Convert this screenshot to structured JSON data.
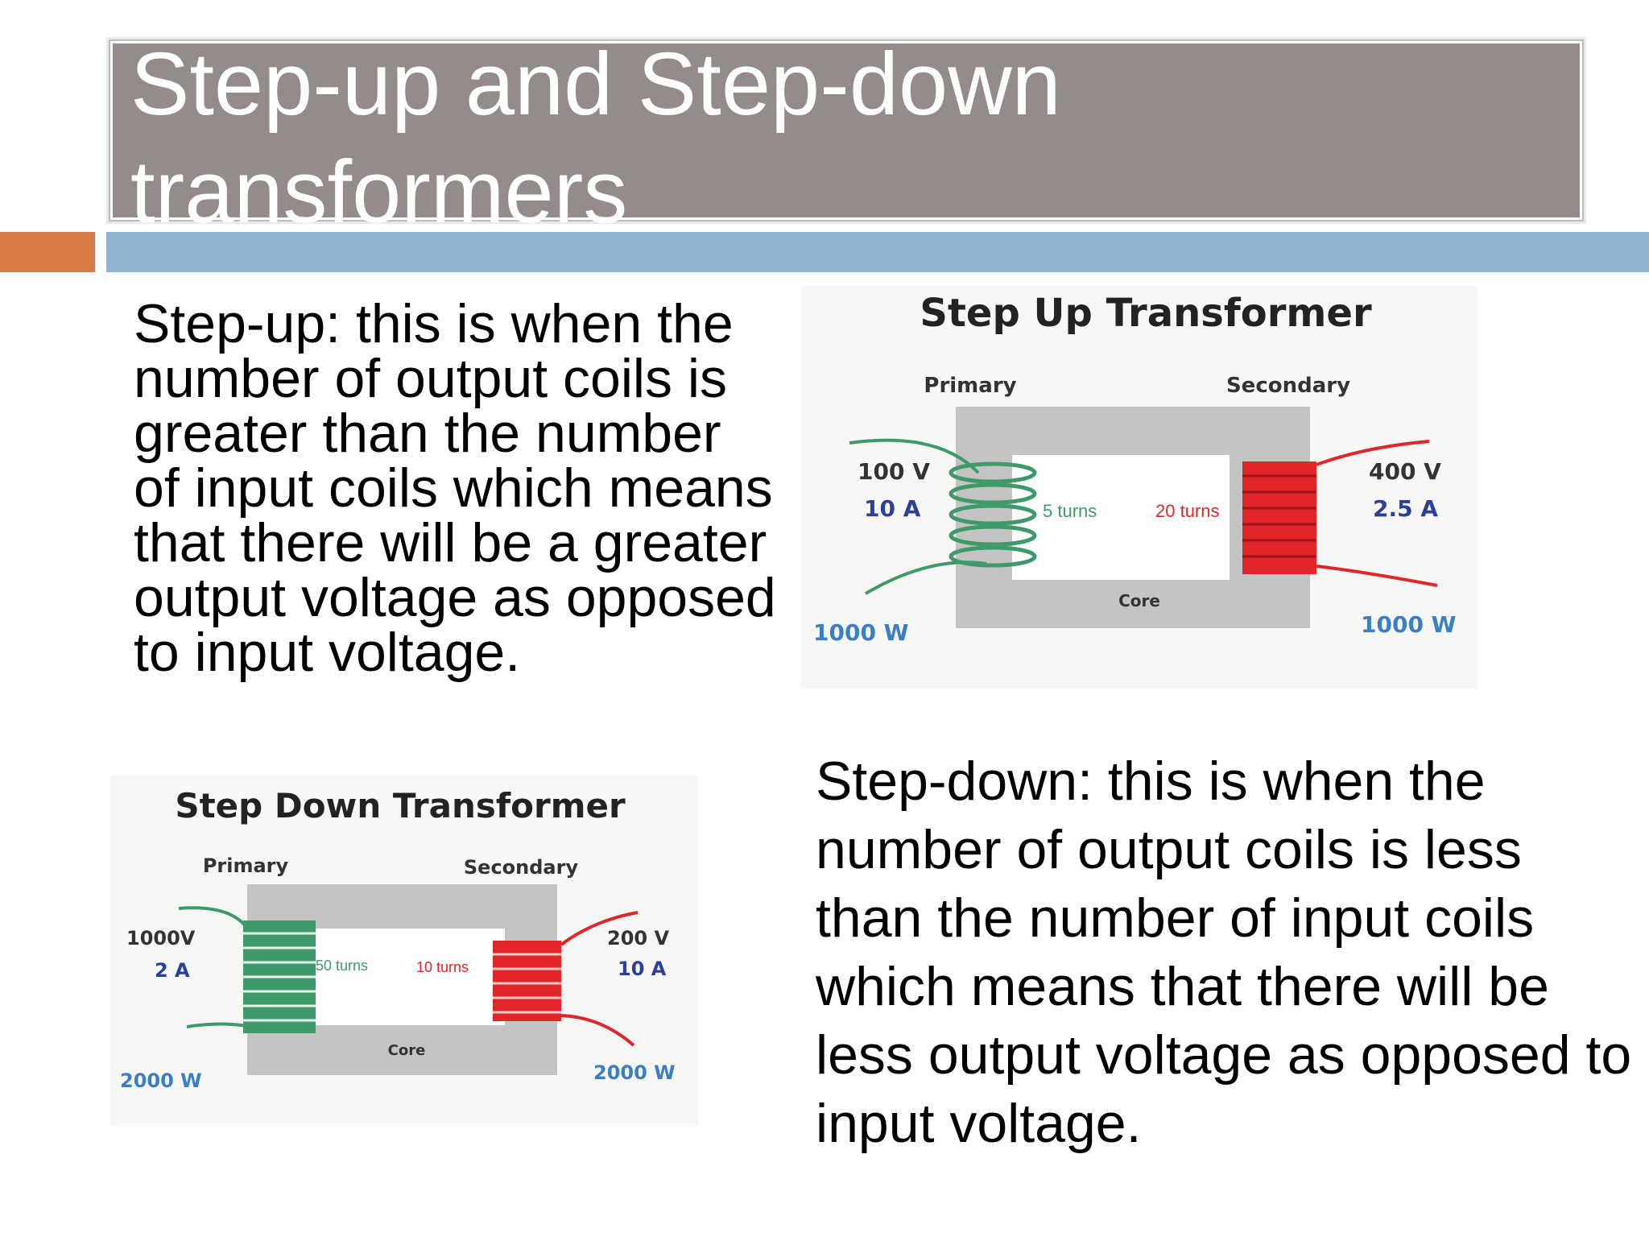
{
  "slide": {
    "title": "Step-up and Step-down transformers",
    "stepup_text": "Step-up: this is when the number of output coils is greater than the number of input coils which means that  there will be a greater output voltage as opposed to input voltage.",
    "stepdown_text": "Step-down: this is when the number of output coils is less than the number of input coils which means that there will be less output voltage as opposed to input voltage."
  },
  "diagram_up": {
    "title": "Step Up Transformer",
    "primary": "Primary",
    "secondary": "Secondary",
    "in_voltage": "100 V",
    "in_current": "10 A",
    "primary_turns": "5 turns",
    "secondary_turns": "20 turns",
    "out_voltage": "400 V",
    "out_current": "2.5 A",
    "core": "Core",
    "in_power": "1000 W",
    "out_power": "1000 W"
  },
  "diagram_down": {
    "title": "Step Down Transformer",
    "primary": "Primary",
    "secondary": "Secondary",
    "in_voltage": "1000V",
    "in_current": "2 A",
    "primary_turns": "50 turns",
    "secondary_turns": "10 turns",
    "out_voltage": "200 V",
    "out_current": "10 A",
    "core": "Core",
    "in_power": "2000 W",
    "out_power": "2000 W"
  },
  "colors": {
    "title_bg": "#948b8b",
    "accent_orange": "#d97b47",
    "accent_blue": "#8eb3d1",
    "primary_coil": "#3f9a6a",
    "secondary_coil": "#e0262a",
    "label_blue": "#2a3f9e",
    "power_blue": "#3a7ec8"
  }
}
